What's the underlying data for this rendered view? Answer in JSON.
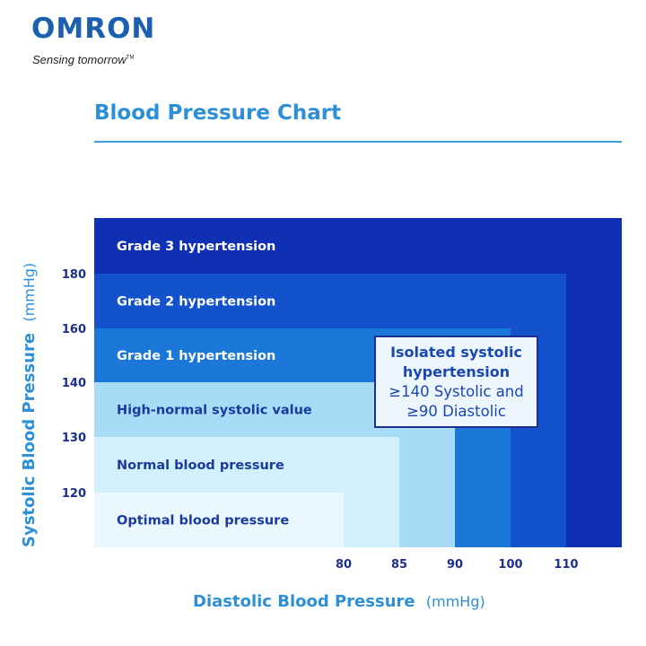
{
  "header": {
    "brand": "OMRON",
    "tagline": "Sensing tomorrow",
    "tagline_tm": "TM"
  },
  "colors": {
    "brand": "#1b5fb0",
    "title": "#2d8fd6",
    "tick": "#1a2f8e"
  },
  "chart_data": {
    "type": "step-area",
    "title": "Blood Pressure Chart",
    "xlabel": "Diastolic Blood Pressure",
    "xunit": "(mmHg)",
    "ylabel": "Systolic Blood Pressure",
    "yunit": "(mmHg)",
    "x_ticks": [
      "80",
      "85",
      "90",
      "100",
      "110"
    ],
    "y_ticks": [
      "120",
      "130",
      "140",
      "160",
      "180"
    ],
    "zones": [
      {
        "name": "Optimal blood pressure",
        "systolic_max": 120,
        "diastolic_max": 80,
        "color": "#eaf7fe",
        "text_color": "#1a3a9e"
      },
      {
        "name": "Normal blood pressure",
        "systolic_max": 130,
        "diastolic_max": 85,
        "color": "#d2f0fc",
        "text_color": "#1a3a9e"
      },
      {
        "name": "High-normal systolic value",
        "systolic_max": 140,
        "diastolic_max": 90,
        "color": "#a6dcf5",
        "text_color": "#1a3a9e"
      },
      {
        "name": "Grade 1 hypertension",
        "systolic_max": 160,
        "diastolic_max": 100,
        "color": "#1b78d8",
        "text_color": "#ffffff"
      },
      {
        "name": "Grade 2 hypertension",
        "systolic_max": 180,
        "diastolic_max": 110,
        "color": "#1352cc",
        "text_color": "#ffffff"
      },
      {
        "name": "Grade 3 hypertension",
        "systolic_max": null,
        "diastolic_max": null,
        "color": "#0f2fb4",
        "text_color": "#ffffff"
      }
    ],
    "annotation": {
      "title_line1": "Isolated systolic",
      "title_line2": "hypertension",
      "line3": "≥140 Systolic and",
      "line4": "≥90 Diastolic"
    }
  }
}
